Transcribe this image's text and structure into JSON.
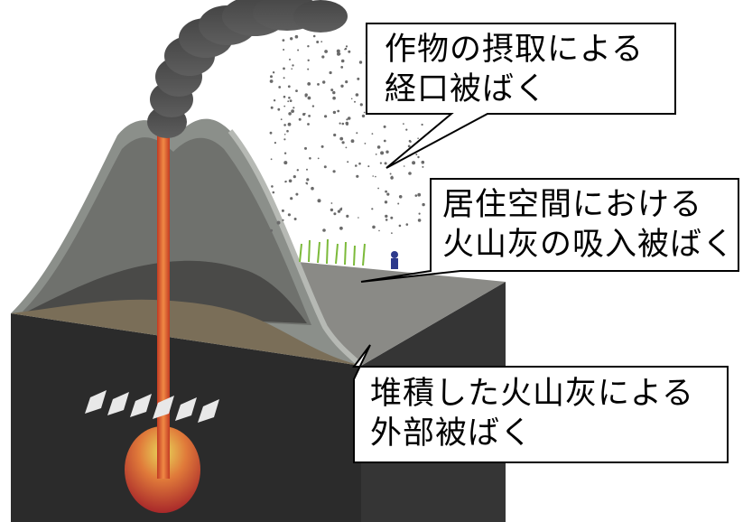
{
  "diagram": {
    "colors": {
      "ground_dark": "#2a2a2a",
      "ground_side": "#333333",
      "tephra_layer": "#7a6e58",
      "ash_layer": "#4a4a48",
      "mountain_surface": "#8b8f8a",
      "conduit": "#c0502a",
      "magma_chamber": "#b8332a",
      "plume": "#5a5a5a",
      "ash_particles": "#6a6a6a",
      "vegetation": "#7cba3a",
      "callout_border": "#000000",
      "callout_fill": "#ffffff"
    },
    "callouts": [
      {
        "line1": "作物の摂取による",
        "line2": "経口被ばく"
      },
      {
        "line1": "居住空間における",
        "line2": "火山灰の吸入被ばく"
      },
      {
        "line1": "堆積した火山灰による",
        "line2": "外部被ばく"
      }
    ]
  }
}
